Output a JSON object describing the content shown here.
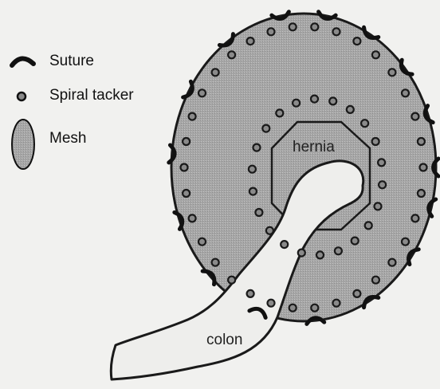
{
  "legend": {
    "suture": "Suture",
    "spiral_tacker": "Spiral tacker",
    "mesh": "Mesh"
  },
  "labels": {
    "hernia": "hernia",
    "colon": "colon"
  },
  "colors": {
    "background": "#f1f1ef",
    "mesh_fill": "#a9a9a9",
    "outline": "#1a1a1a",
    "tacker_fill": "#8a8a8a",
    "colon_fill": "#eeeeec"
  }
}
